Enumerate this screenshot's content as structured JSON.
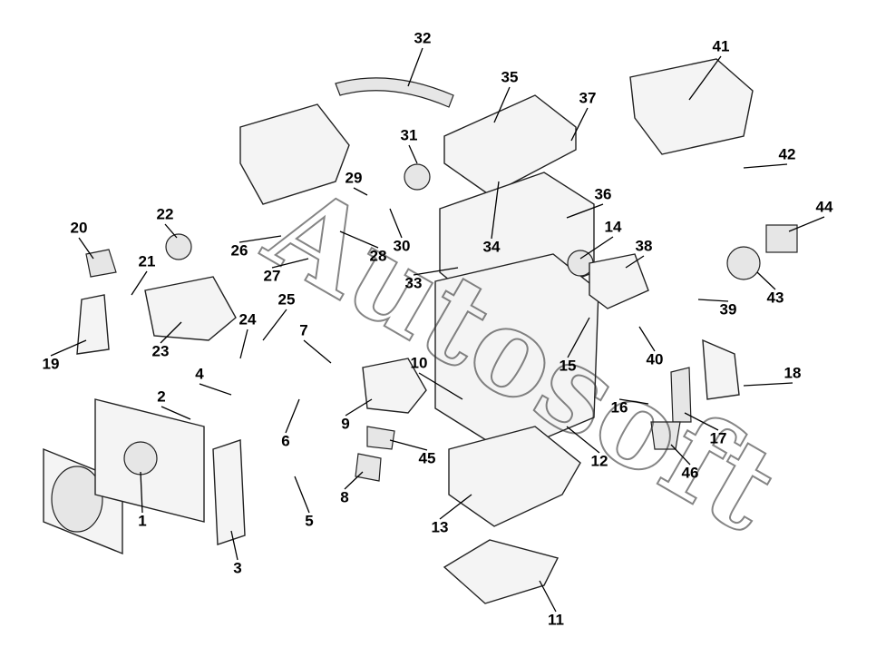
{
  "diagram": {
    "watermark": "Autosoft",
    "callouts": [
      "1",
      "2",
      "3",
      "4",
      "5",
      "6",
      "7",
      "8",
      "9",
      "10",
      "11",
      "12",
      "13",
      "14",
      "15",
      "16",
      "17",
      "18",
      "19",
      "20",
      "21",
      "22",
      "23",
      "24",
      "25",
      "26",
      "27",
      "28",
      "29",
      "30",
      "31",
      "32",
      "33",
      "34",
      "35",
      "36",
      "37",
      "38",
      "39",
      "40",
      "41",
      "42",
      "43",
      "44",
      "45",
      "46"
    ]
  }
}
